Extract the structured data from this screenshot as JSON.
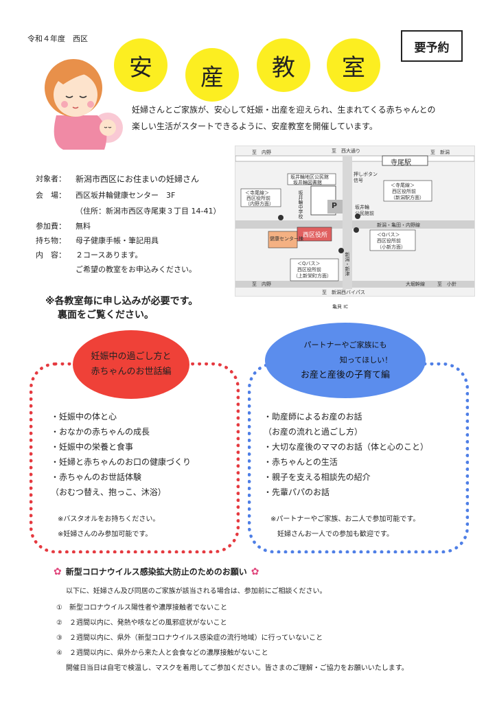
{
  "header": {
    "year_label": "令和４年度　西区",
    "yoyaku": "要予約",
    "title_chars": [
      "安",
      "産",
      "教",
      "室"
    ]
  },
  "intro": {
    "line1": "妊婦さんとご家族が、安心して妊娠・出産を迎えられ、生まれてくる赤ちゃんとの",
    "line2": "楽しい生活がスタートできるように、安産教室を開催しています。"
  },
  "info": [
    {
      "label": "対象者：",
      "value": "新潟市西区にお住まいの妊婦さん"
    },
    {
      "label": "会　場：",
      "value": "西区坂井輪健康センター　3F"
    },
    {
      "label": "",
      "value": "（住所：新潟市西区寺尾東３丁目 14-41）"
    },
    {
      "label": "参加費：",
      "value": "無料"
    },
    {
      "label": "持ち物：",
      "value": "母子健康手帳・筆記用具"
    },
    {
      "label": "内　容：",
      "value": "２コースあります。"
    },
    {
      "label": "",
      "value": "ご希望の教室をお申込みください。"
    }
  ],
  "notice": {
    "line1": "※各教室毎に申し込みが必要です。",
    "line2": "裏面をご覧ください。"
  },
  "map": {
    "labels": {
      "l1": "至　内野",
      "l2": "至　西大通り",
      "l3": "至　新潟",
      "l4": "寺尾駅",
      "l5": "押しボタン",
      "l6": "信号",
      "l7": "坂井輪地区公民館",
      "l8": "坂井輪図書館",
      "l9": "＜寺尾線＞",
      "l10": "西区役所前",
      "l11": "（新潟駅方面）",
      "l12": "＜寺尾線＞",
      "l13": "西区役所前",
      "l14": "（内野方面）",
      "l15": "坂井輪中学校",
      "l16": "P",
      "l17": "坂井輪",
      "l18": "公民館前",
      "l19": "新潟・亀田・内野線",
      "l20": "健康センター棟",
      "l21": "西区役所",
      "l22": "＜Qバス＞",
      "l23": "西区役所前",
      "l24": "（小新方面）",
      "l25": "＜Qバス＞",
      "l26": "西区役所前",
      "l27": "（上新栄町方面）",
      "l28": "新潟・新津",
      "l29": "至　内野",
      "l30": "大堀幹線",
      "l31": "至　小針",
      "l32": "至　新潟西バイパス",
      "l33": "亀貝 IC"
    }
  },
  "course1": {
    "title1": "妊娠中の過ごし方と",
    "title2": "赤ちゃんのお世話編",
    "items": [
      "・妊娠中の体と心",
      "・おなかの赤ちゃんの成長",
      "・妊娠中の栄養と食事",
      "・妊婦と赤ちゃんのお口の健康づくり",
      "・赤ちゃんのお世話体験",
      "（おむつ替え、抱っこ、沐浴）"
    ],
    "note1": "※バスタオルをお持ちください。",
    "note2": "※妊婦さんのみ参加可能です。"
  },
  "course2": {
    "title1": "パートナーやご家族にも",
    "title2": "知ってほしい！",
    "title3": "お産と産後の子育て編",
    "items": [
      "・助産師によるお産のお話",
      "（お産の流れと過ごし方）",
      "・大切な産後のママのお話（体と心のこと）",
      "・赤ちゃんとの生活",
      "・親子を支える相談先の紹介",
      "・先輩パパのお話"
    ],
    "note1": "※パートナーやご家族、お二人で参加可能です。",
    "note2": "妊婦さんお一人での参加も歓迎です。"
  },
  "covid": {
    "title": "新型コロナウイルス感染拡大防止のためのお願い",
    "intro": "以下に、妊婦さん及び同居のご家族が該当される場合は、参加前にご相談ください。",
    "items": [
      "①　新型コロナウイルス陽性者や濃厚接触者でないこと",
      "②　２週間以内に、発熱や咳などの風邪症状がないこと",
      "③　２週間以内に、県外（新型コロナウイルス感染症の流行地域）に行っていないこと",
      "④　２週間以内に、県外から来た人と会食などの濃厚接触がないこと"
    ],
    "footer": "開催日当日は自宅で検温し、マスクを着用してご参加ください。皆さまのご理解・ご協力をお願いいたします。"
  },
  "colors": {
    "title_yellow": "#fcee21",
    "course1_red": "#ef4138",
    "course2_blue": "#5b8ded"
  },
  "icons": [
    "pregnant-woman-illustration",
    "flower-icon"
  ]
}
